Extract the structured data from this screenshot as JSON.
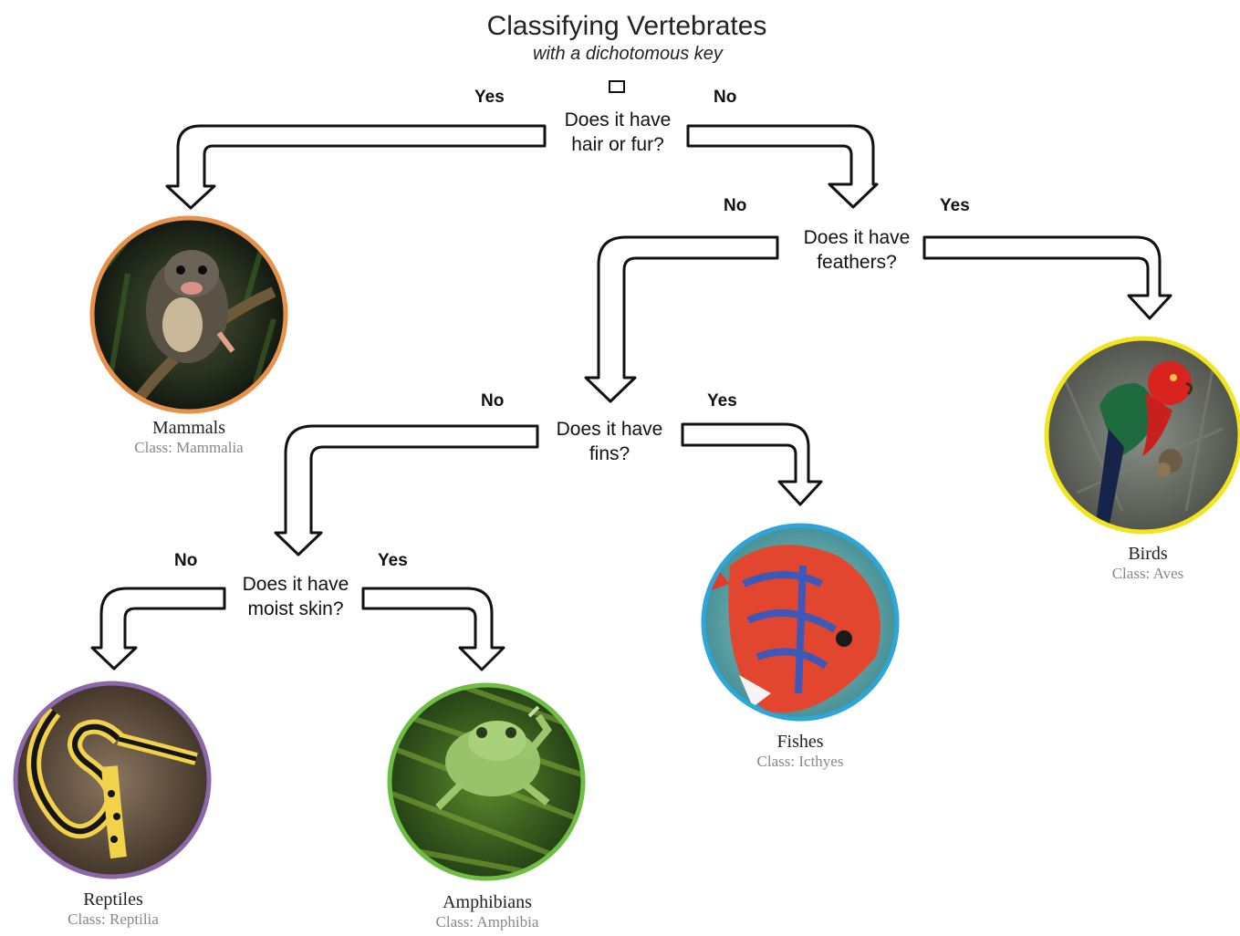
{
  "title": "Classifying Vertebrates",
  "subtitle": "with a dichotomous key",
  "questions": {
    "hair": [
      "Does it have",
      "hair or fur?"
    ],
    "feathers": [
      "Does it have",
      "feathers?"
    ],
    "fins": [
      "Does it have",
      "fins?"
    ],
    "moist": [
      "Does it have",
      "moist skin?"
    ]
  },
  "answers": {
    "yes": "Yes",
    "no": "No"
  },
  "classes": {
    "mammals": {
      "name": "Mammals",
      "sci": "Class: Mammalia",
      "ring_color": "#e8914a",
      "icon": "possum-photo"
    },
    "birds": {
      "name": "Birds",
      "sci": "Class: Aves",
      "ring_color": "#f2e51d",
      "icon": "parrot-photo"
    },
    "fishes": {
      "name": "Fishes",
      "sci": "Class: Icthyes",
      "ring_color": "#2ea6d9",
      "icon": "fish-photo"
    },
    "reptiles": {
      "name": "Reptiles",
      "sci": "Class: Reptilia",
      "ring_color": "#8b66a8",
      "icon": "snake-photo"
    },
    "amphibians": {
      "name": "Amphibians",
      "sci": "Class: Amphibia",
      "ring_color": "#6fbe44",
      "icon": "frog-photo"
    }
  }
}
